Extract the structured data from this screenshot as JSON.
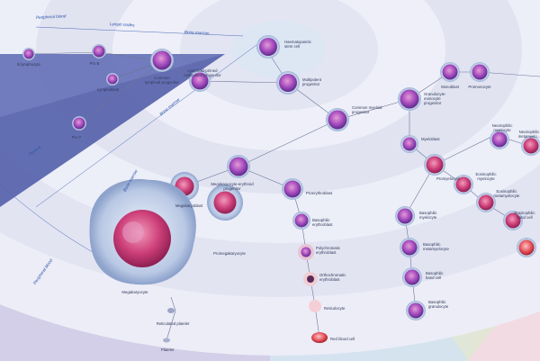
{
  "zones": {
    "peripheral_blood_top": "Peripheral blood",
    "lymph_nodes": "Lymph nodes",
    "bone_marrow_top": "Bone marrow",
    "bone_marrow_mid": "Bone marrow",
    "thymus": "Thymus",
    "bone_marrow_left": "Bone marrow",
    "peripheral_blood_bottom": "Peripheral blood"
  },
  "cells": {
    "hsc": "Haematopoietic\nstem cell",
    "multipotent": "Multipotent\nprogenitor",
    "common_lymphoid": "Common\nlymphoid progenitor",
    "lmpp": "Lymphoid-primed\nmultipotent progenitor",
    "common_myeloid": "Common myeloid\nprogenitor",
    "b_lymphocyte": "B lymphocyte",
    "pro_b": "Pro B",
    "lymphoblast": "Lymphoblast",
    "pro_t": "Pro T",
    "mep": "Megakaryocyte-erythroid\nprogenitor",
    "megakaryoblast": "Megakaryoblast",
    "promegakaryocyte": "Promegakaryocyte",
    "megakaryocyte": "Megakaryocyte",
    "reticulated_platelet": "Reticulated platelet",
    "platelet": "Platelet",
    "proerythroblast": "Proerythroblast",
    "basophilic_erythroblast": "Basophilic\nerythroblast",
    "polychromatic_erythroblast": "Polychromatic\nerythroblast",
    "orthochromatic_erythroblast": "Orthochromatic\nerythroblast",
    "reticulocyte": "Reticulocyte",
    "red_blood_cell": "Red blood cell",
    "gmp": "Granulocyte-\nmonocyte\nprogenitor",
    "monoblast": "Monoblast",
    "promonocyte": "Promonocyte",
    "myeloblast": "Myeloblast",
    "promyelocyte": "Promyelocyte",
    "neutrophilic_myelocyte": "Neutrophilic\nmyelocyte",
    "neutrophilic_metamyelocyte": "Neutrophilic\nmetamyelo...",
    "eosinophilic_myelocyte": "Eosinophilic\nmyelocyte",
    "eosinophilic_metamyelocyte": "Eosinophilic\nmetamyelocyte",
    "eosinophilic_band": "Eosinophilic\nband cell",
    "basophilic_myelocyte": "Basophilic\nmyelocyte",
    "basophilic_metamyelocyte": "Basophilic\nmetamyelocyte",
    "basophilic_band": "Basophilic\nband cell",
    "basophilic_granulocyte": "Basophilic\ngranulocyte"
  },
  "colors": {
    "background": "#e9ecf6",
    "ring_light": "#f2f3fa",
    "ring_dark": "#d9dcee",
    "pink_band": "#e8c6d6",
    "green_band": "#dde5cf",
    "blue_band": "#cfdef0",
    "nucleus": "#9c3fb2",
    "nucleus_red": "#c8326a",
    "zone_text": "#2c55a8"
  }
}
